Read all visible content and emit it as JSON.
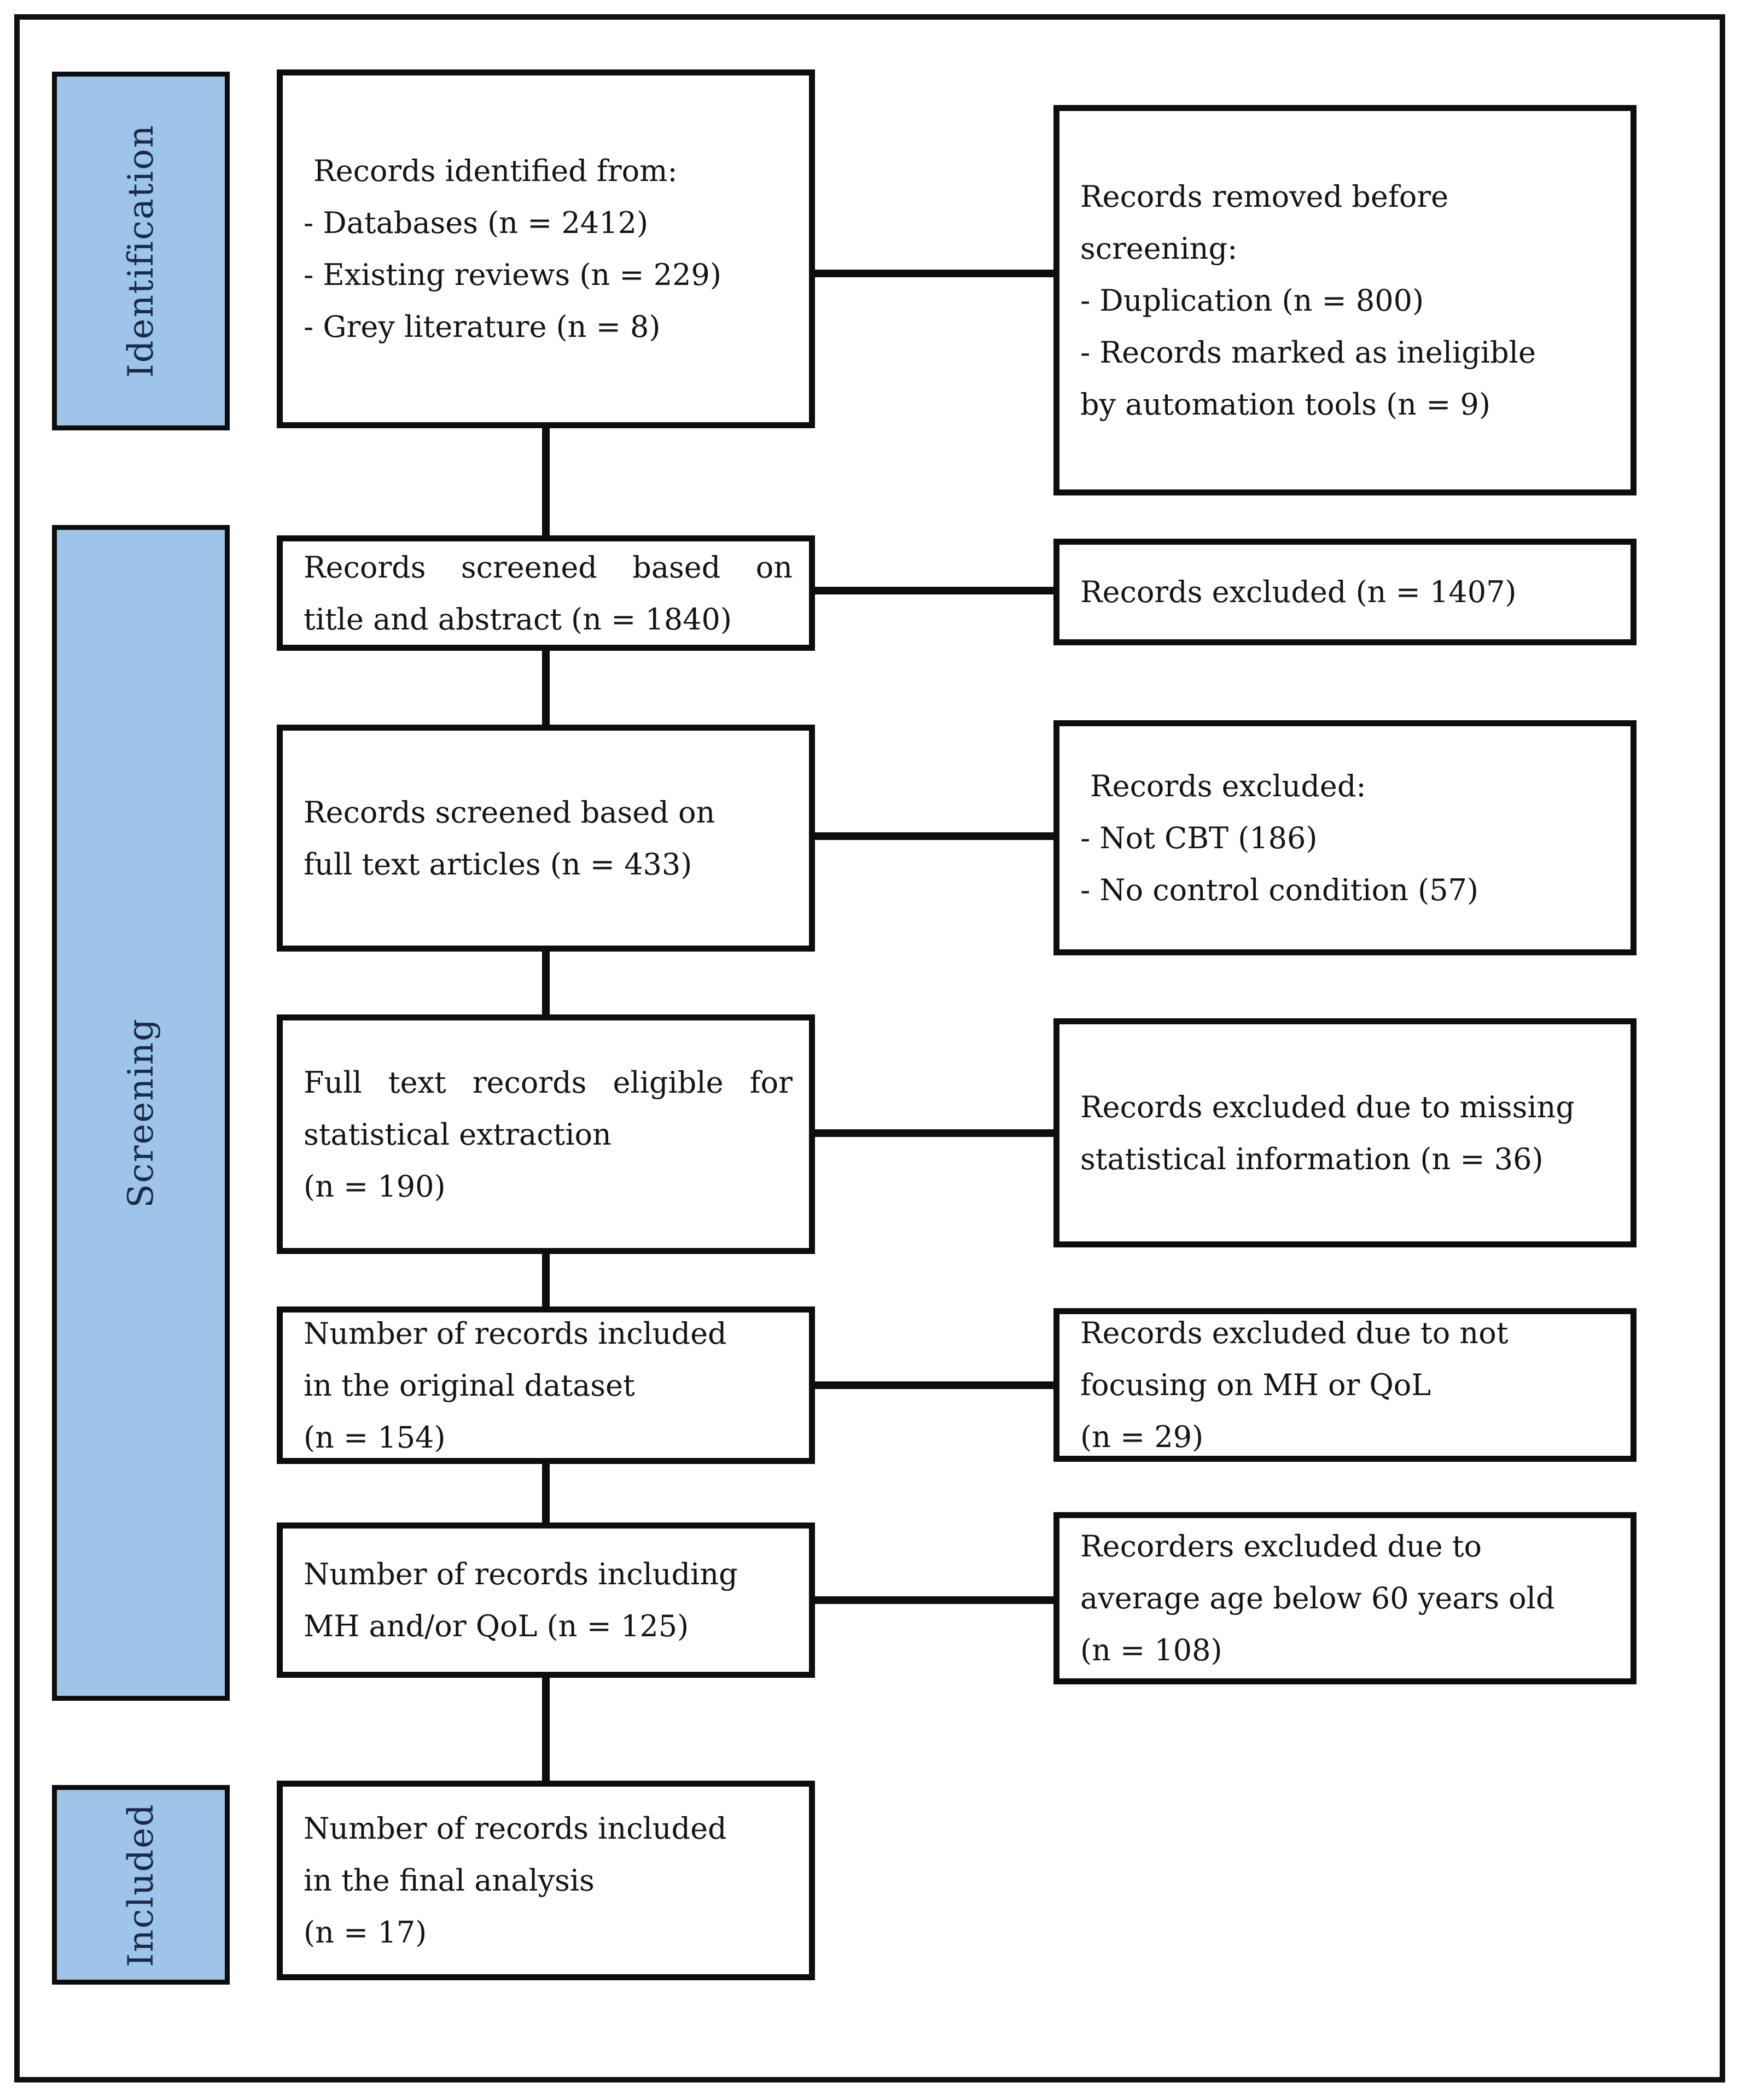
{
  "figure": {
    "kind": "PRISMA flow diagram"
  },
  "colors": {
    "stage_fill": "#9CC5E9",
    "box_fill": "#FFFFFF",
    "border": "#0D0D0D"
  },
  "sidebar": {
    "identification_label": "Identification",
    "screening_label": "Screening",
    "included_label": "Included"
  },
  "left_column": {
    "identified": {
      "lines": [
        "Records identified from:",
        "- Databases (n = 2412)",
        "- Existing reviews (n = 229)",
        "- Grey literature (n = 8)"
      ]
    },
    "screened_title_abstract": {
      "lines": [
        "Records screened based on",
        "title and abstract (n = 1840)"
      ]
    },
    "screened_full_text": {
      "lines": [
        "Records screened based on",
        "full text articles (n = 433)"
      ]
    },
    "eligible_statistical_extraction": {
      "lines": [
        "Full text records eligible for",
        "statistical extraction",
        "(n = 190)"
      ]
    },
    "original_dataset": {
      "lines": [
        "Number of records included",
        "in the original dataset",
        "(n = 154)"
      ]
    },
    "including_mh_qol": {
      "lines": [
        "Number of records including",
        "MH and/or QoL (n = 125)"
      ]
    },
    "final_analysis": {
      "lines": [
        "Number of records included",
        "in the final analysis",
        "(n = 17)"
      ]
    }
  },
  "right_column": {
    "removed_before_screening": {
      "lines": [
        "Records removed before",
        "screening:",
        "- Duplication (n = 800)",
        "- Records marked as ineligible",
        "by automation tools (n = 9)"
      ]
    },
    "excluded_title_abstract": {
      "lines": [
        "Records excluded (n = 1407)"
      ]
    },
    "excluded_full_text": {
      "lines": [
        "Records excluded:",
        "- Not CBT (186)",
        "- No control condition (57)"
      ]
    },
    "excluded_missing_statistics": {
      "lines": [
        "Records excluded due to missing",
        "statistical information (n = 36)"
      ]
    },
    "excluded_not_mh_qol": {
      "lines": [
        "Records excluded due to not",
        "focusing on MH or QoL",
        "(n = 29)"
      ]
    },
    "excluded_age_below_60": {
      "lines": [
        "Recorders excluded due to",
        "average age below 60 years old",
        "(n = 108)"
      ]
    }
  }
}
